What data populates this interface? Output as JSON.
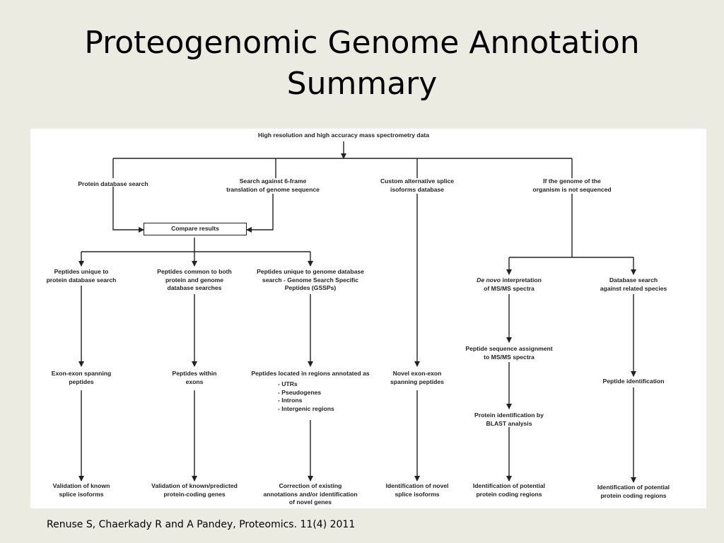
{
  "title": {
    "line1": "Proteogenomic Genome Annotation",
    "line2": "Summary"
  },
  "citation": "Renuse S, Chaerkady R and A Pandey, Proteomics. 11(4) 2011",
  "diagram": {
    "top": "High resolution and high accuracy mass spectrometry data",
    "protein_db_search": "Protein database search",
    "six_frame": [
      "Search against 6-frame",
      "translation of genome sequence"
    ],
    "custom_splice": [
      "Custom alternative splice",
      "isoforms database"
    ],
    "not_sequenced": [
      "If the genome of the",
      "organism is not sequenced"
    ],
    "compare": "Compare results",
    "unique_protein": [
      "Peptides unique to",
      "protein database search"
    ],
    "common_both": [
      "Peptides common to both",
      "protein and genome",
      "database searches"
    ],
    "unique_genome": [
      "Peptides unique to genome database",
      "search - Genome Search Specific",
      "Peptides (GSSPs)"
    ],
    "denovo_em": "De novo",
    "denovo_rest": " interpretation",
    "denovo_line2": "of MS/MS spectra",
    "db_related": [
      "Database search",
      "against related species"
    ],
    "exon_exon": [
      "Exon-exon spanning",
      "peptides"
    ],
    "within_exons": [
      "Peptides within",
      "exons"
    ],
    "located_regions": "Peptides located in regions annotated as",
    "regions_list": [
      "- UTRs",
      "- Pseudogenes",
      "- Introns",
      "- Intergenic regions"
    ],
    "novel_exon": [
      "Novel exon-exon",
      "spanning peptides"
    ],
    "seq_assign": [
      "Peptide sequence assignment",
      "to MS/MS spectra"
    ],
    "protein_id_blast": [
      "Protein identification by",
      "BLAST analysis"
    ],
    "peptide_id": "Peptide identification",
    "validation_splice": [
      "Validation of known",
      "splice isoforms"
    ],
    "validation_genes": [
      "Validation of known/predicted",
      "protein-coding genes"
    ],
    "correction": [
      "Correction of existing",
      "annotations and/or identification",
      "of novel genes"
    ],
    "novel_splice": [
      "Identification of novel",
      "splice isoforms"
    ],
    "potential_coding_1": [
      "Identification of potential",
      "protein coding regions"
    ],
    "potential_coding_2": [
      "Identification of potential",
      "protein coding regions"
    ]
  }
}
